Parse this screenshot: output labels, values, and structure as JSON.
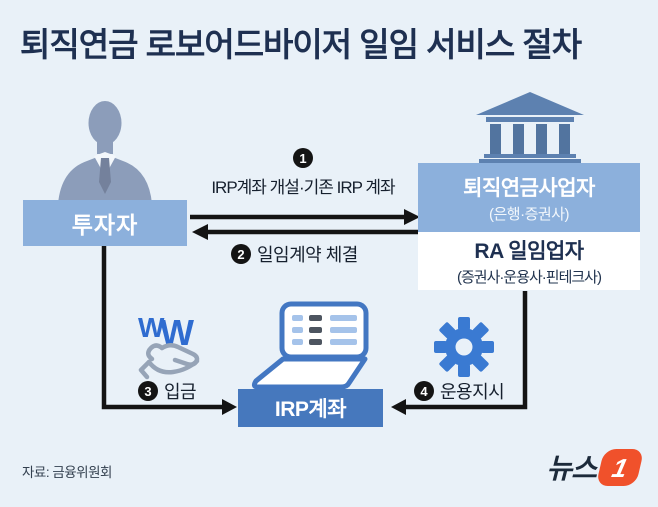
{
  "title": "퇴직연금 로보어드바이저 일임 서비스 절차",
  "colors": {
    "background": "#e9f1f8",
    "box_light_blue": "#8cb0dc",
    "box_dark_blue": "#4678bd",
    "title_navy": "#1e3051",
    "arrow_black": "#141414",
    "icon_blue": "#3a7ad2",
    "logo_orange": "#f0512b"
  },
  "nodes": {
    "investor": {
      "label": "투자자"
    },
    "pension_provider": {
      "label": "퇴직연금사업자",
      "sublabel": "(은행·증권사)"
    },
    "ra_provider": {
      "label": "RA 일임업자",
      "sublabel": "(증권사·운용사·핀테크사)"
    },
    "irp_account": {
      "label": "IRP계좌"
    }
  },
  "steps": [
    {
      "number": "1",
      "label": "IRP계좌 개설·기존 IRP 계좌"
    },
    {
      "number": "2",
      "label": "일임계약 체결"
    },
    {
      "number": "3",
      "label": "입금"
    },
    {
      "number": "4",
      "label": "운용지시"
    }
  ],
  "source": "자료: 금융위원회",
  "logo": {
    "text": "뉴스",
    "number": "1"
  }
}
